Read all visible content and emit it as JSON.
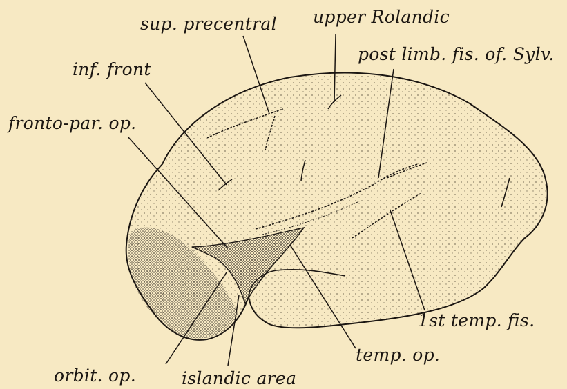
{
  "colors": {
    "paper": "#f7e9c3",
    "ink": "#1b1612"
  },
  "labels": {
    "sup_precentral": "sup. precentral",
    "upper_rolandic": "upper Rolandic",
    "post_limb": "post limb. fis. of. Sylv.",
    "inf_front": "inf. front",
    "fronto_par": "fronto-par. op.",
    "first_temp": "1st temp. fis.",
    "temp_op": "temp. op.",
    "orbit_op": "orbit. op.",
    "islandic_area": "islandic area"
  }
}
